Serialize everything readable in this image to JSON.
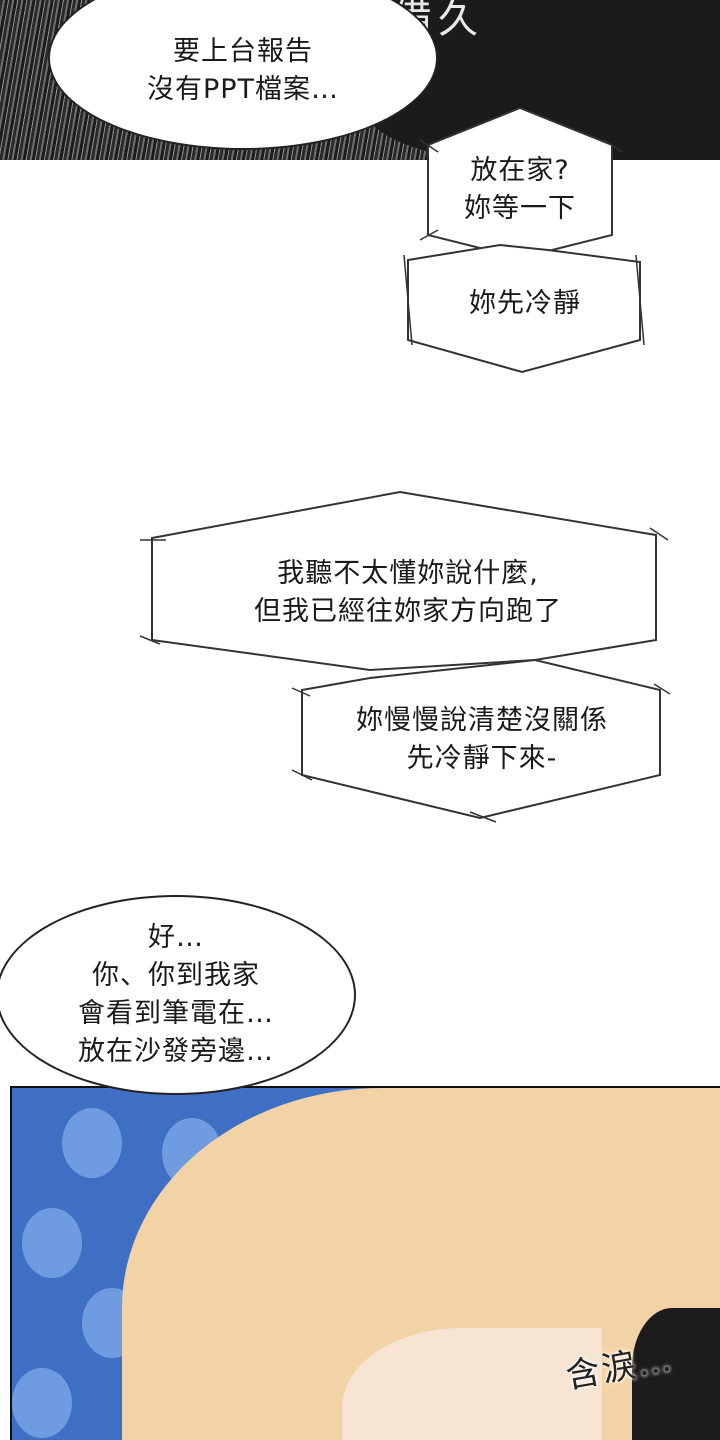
{
  "panels": {
    "top_sfx": "備久",
    "bubble_1": {
      "lines": [
        "要上台報告",
        "沒有PPT檔案…"
      ]
    },
    "hex_1": {
      "lines": [
        "放在家?",
        "妳等一下"
      ]
    },
    "hex_2": {
      "lines": [
        "妳先冷靜"
      ]
    },
    "hex_3": {
      "lines": [
        "我聽不太懂妳說什麼,",
        "但我已經往妳家方向跑了"
      ]
    },
    "hex_4": {
      "lines": [
        "妳慢慢說清楚沒關係",
        "先冷靜下來-"
      ]
    },
    "bubble_4": {
      "lines": [
        "好…",
        "你、你到我家",
        "會看到筆電在…",
        "放在沙發旁邊…"
      ]
    },
    "bottom_sfx": "含淚…"
  },
  "colors": {
    "background": "#ffffff",
    "ink": "#1a1a1a",
    "art_blue": "#3f6fc4",
    "hair": "#f2d3a6"
  }
}
